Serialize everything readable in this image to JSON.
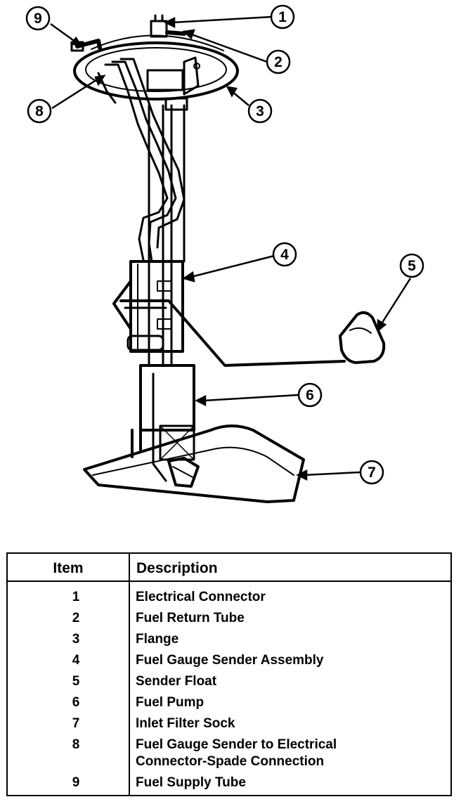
{
  "callouts": [
    "1",
    "2",
    "3",
    "4",
    "5",
    "6",
    "7",
    "8",
    "9"
  ],
  "table": {
    "headers": {
      "item": "Item",
      "description": "Description"
    },
    "rows": [
      {
        "item": "1",
        "description": "Electrical Connector"
      },
      {
        "item": "2",
        "description": "Fuel Return Tube"
      },
      {
        "item": "3",
        "description": "Flange"
      },
      {
        "item": "4",
        "description": "Fuel Gauge Sender Assembly"
      },
      {
        "item": "5",
        "description": "Sender Float"
      },
      {
        "item": "6",
        "description": "Fuel Pump"
      },
      {
        "item": "7",
        "description": "Inlet Filter Sock"
      },
      {
        "item": "8",
        "description": "Fuel Gauge Sender to Electrical Connector-Spade Connection"
      },
      {
        "item": "9",
        "description": "Fuel Supply Tube"
      }
    ]
  }
}
